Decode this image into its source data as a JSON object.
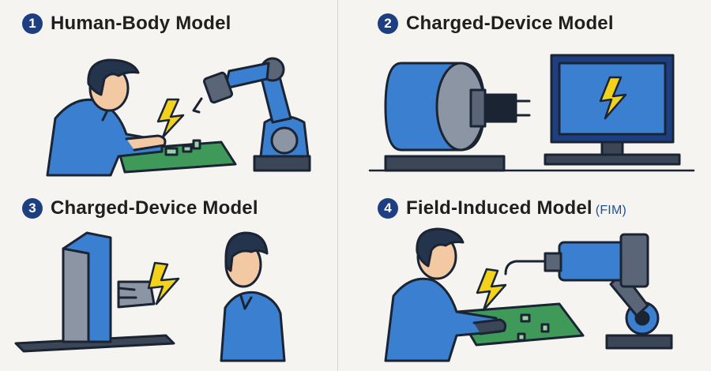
{
  "panels": [
    {
      "number": "1",
      "title": "Human-Body Model",
      "suffix": "",
      "icon": "person-touching-circuit-board-with-robot-arm"
    },
    {
      "number": "2",
      "title": "Charged-Device Model",
      "suffix": "",
      "icon": "device-plug-and-monitor-with-lightning"
    },
    {
      "number": "3",
      "title": "Charged-Device Model",
      "suffix": "",
      "icon": "charged-block-discharging-near-person"
    },
    {
      "number": "4",
      "title": "Field-Induced Model",
      "suffix": "(FIM)",
      "icon": "person-at-circuit-board-with-robot-arm"
    }
  ],
  "colors": {
    "badge": "#1d3f82",
    "blue": "#3a7fd0",
    "dark": "#1b2433",
    "lightning": "#f2d21a",
    "board": "#3f9a5a",
    "gray": "#8b95a3"
  }
}
